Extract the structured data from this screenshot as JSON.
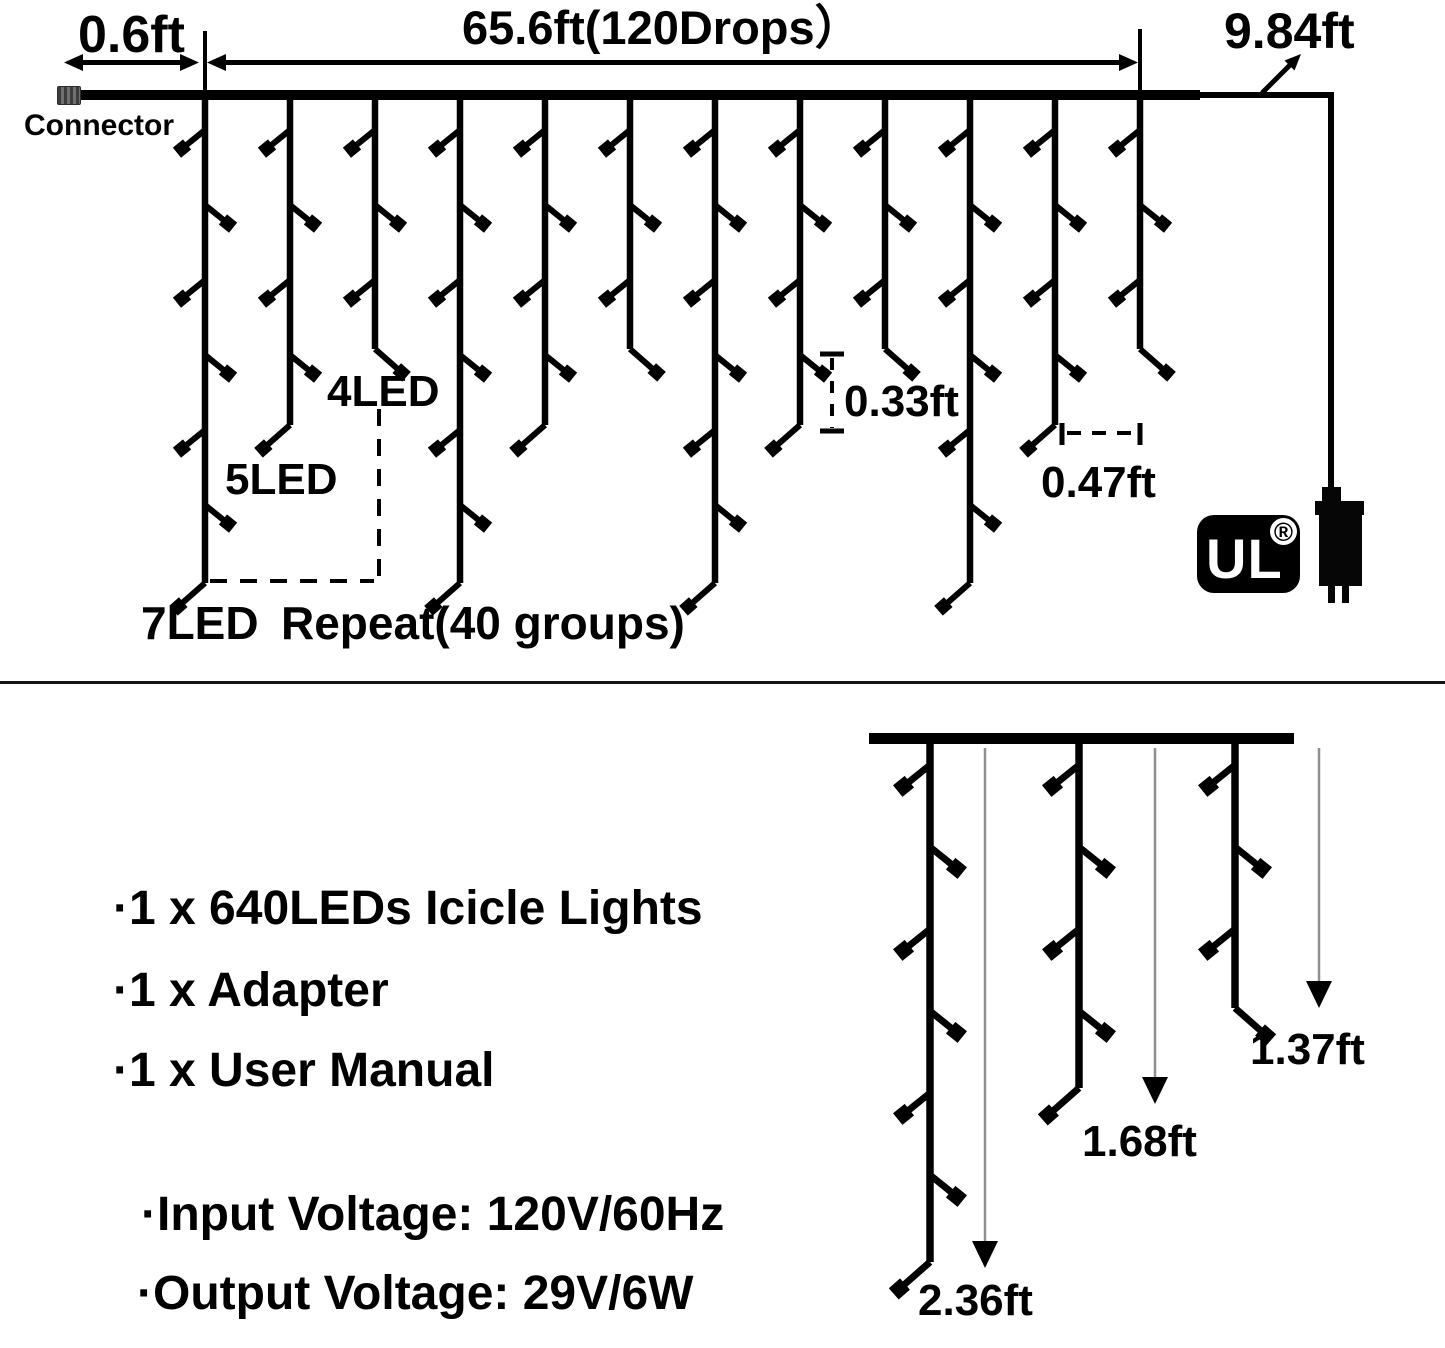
{
  "top_diagram": {
    "connector_label": "Connector",
    "lead_dim_label": "0.6ft",
    "main_dim_label": "65.6ft(120Drops）",
    "power_dim_label": "9.84ft",
    "led_spacing_label": "0.33ft",
    "drop_spacing_label": "0.47ft",
    "group_4_label": "4LED",
    "group_5_label": "5LED",
    "group_7_label": "7LED",
    "repeat_label": "Repeat(40 groups)",
    "drop_count": 12,
    "drop_pattern": [
      "7LED",
      "5LED",
      "4LED"
    ],
    "certification_mark": "UL",
    "registered_mark": "®"
  },
  "package_list": {
    "items": [
      "·1 x 640LEDs Icicle Lights",
      "·1 x Adapter",
      "·1 x User Manual"
    ],
    "specs": [
      "·Input Voltage: 120V/60Hz",
      "·Output Voltage: 29V/6W"
    ]
  },
  "bottom_diagram": {
    "drops": [
      {
        "leds": 7,
        "length_label": "2.36ft"
      },
      {
        "leds": 5,
        "length_label": "1.68ft"
      },
      {
        "leds": 4,
        "length_label": "1.37ft"
      }
    ]
  },
  "colors": {
    "ink": "#000000",
    "measure_line": "#8f8f8f",
    "background": "#ffffff"
  }
}
